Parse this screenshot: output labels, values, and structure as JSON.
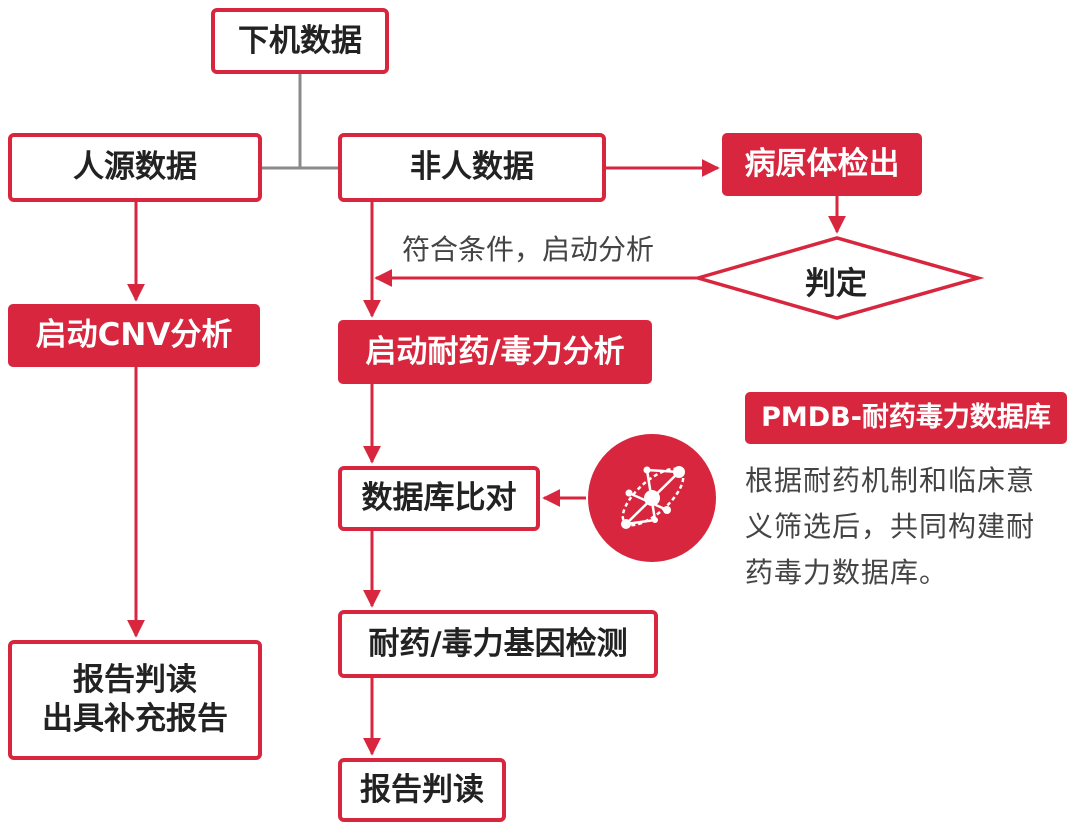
{
  "nodes": {
    "offline_data": "下机数据",
    "human_data": "人源数据",
    "nonhuman_data": "非人数据",
    "pathogen_detected": "病原体检出",
    "judge": "判定",
    "start_cnv": "启动CNV分析",
    "start_resistance": "启动耐药/毒力分析",
    "db_compare": "数据库比对",
    "gene_detect": "耐药/毒力基因检测",
    "report_read": "报告判读",
    "final_report_line1": "报告判读",
    "final_report_line2": "出具补充报告"
  },
  "edge_labels": {
    "condition_met": "符合条件，启动分析"
  },
  "pmdb": {
    "title": "PMDB-耐药毒力数据库",
    "description_lines": [
      "根据耐药机制和临床意",
      "义筛选后，共同构建耐",
      "药毒力数据库。"
    ],
    "icon": "network-molecule-icon"
  },
  "colors": {
    "accent": "#d7263d",
    "text": "#222222",
    "muted_text": "#444444",
    "background": "#ffffff"
  }
}
